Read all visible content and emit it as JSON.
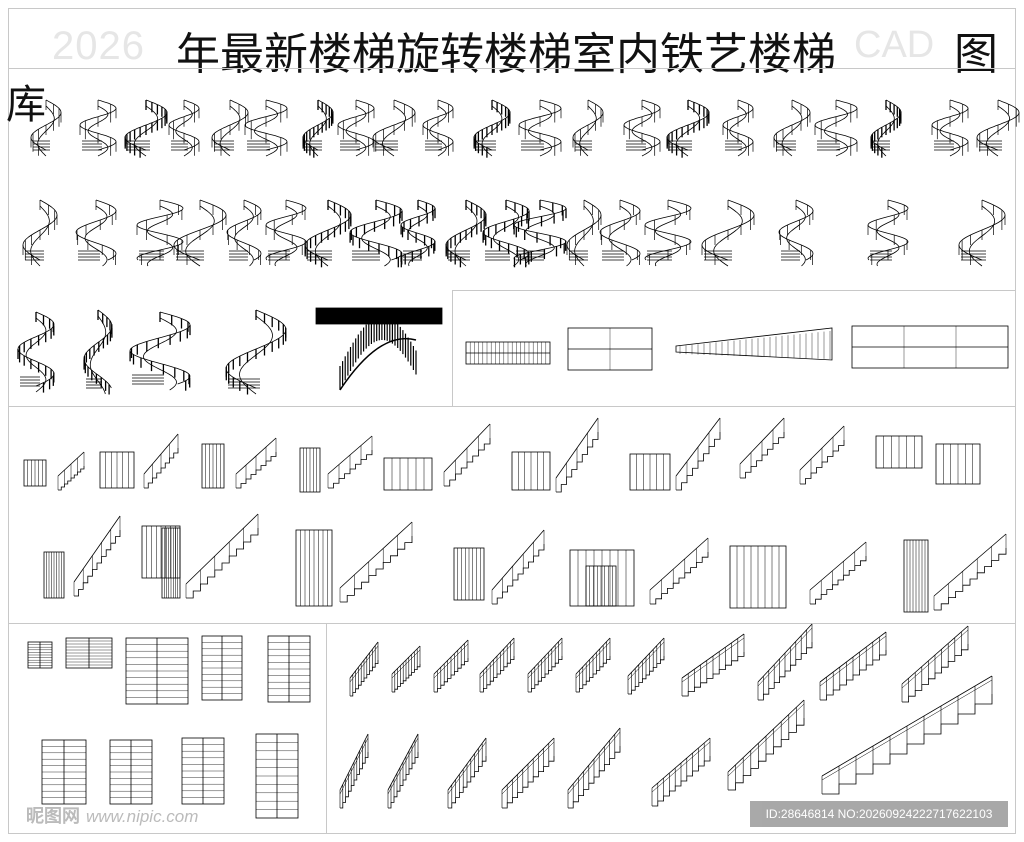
{
  "title": {
    "year": "2026",
    "main": "年最新楼梯旋转楼梯室内铁艺楼梯",
    "cad": "CAD",
    "tu": "图",
    "ku": "库"
  },
  "watermark": {
    "left_logo": "昵图网",
    "left_site": "www.nipic.com",
    "right_id": "ID:28646814 NO:20260924222717622103"
  },
  "colors": {
    "line": "#000000",
    "frame": "#c8c8c8",
    "watermark_bg": "#9a9a9a"
  }
}
